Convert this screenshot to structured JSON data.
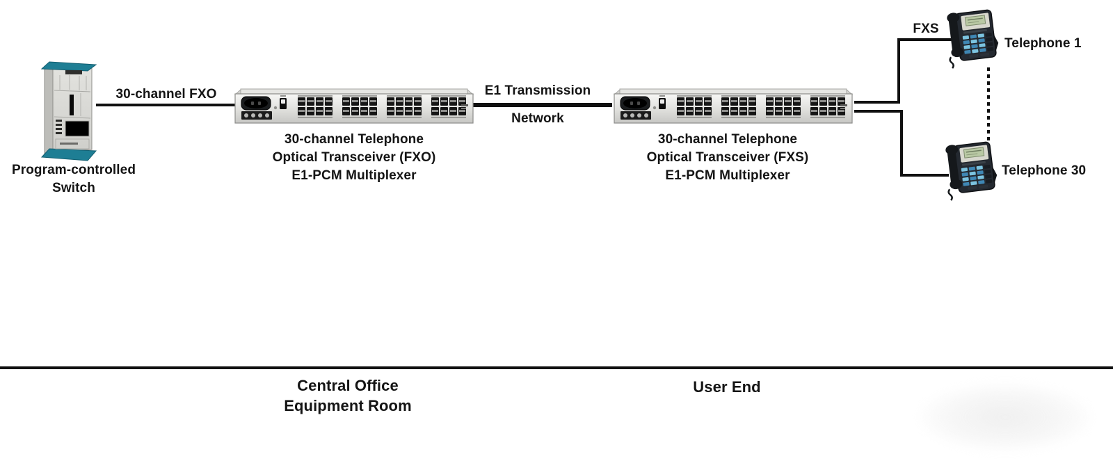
{
  "nodes": {
    "switch": {
      "label_line1": "Program-controlled",
      "label_line2": "Switch"
    },
    "mux_fxo": {
      "label_line1": "30-channel Telephone",
      "label_line2": "Optical Transceiver (FXO)",
      "label_line3": "E1-PCM Multiplexer"
    },
    "mux_fxs": {
      "label_line1": "30-channel Telephone",
      "label_line2": "Optical Transceiver (FXS)",
      "label_line3": "E1-PCM Multiplexer"
    },
    "phone1": {
      "label": "Telephone 1"
    },
    "phone30": {
      "label": "Telephone 30"
    }
  },
  "links": {
    "fxo": {
      "label": "30-channel FXO"
    },
    "e1": {
      "label_line1": "E1 Transmission",
      "label_line2": "Network"
    },
    "fxs": {
      "label": "FXS"
    }
  },
  "zones": {
    "central_office": {
      "label_line1": "Central Office",
      "label_line2": "Equipment Room"
    },
    "user_end": {
      "label": "User End"
    }
  },
  "colors": {
    "line": "#101010",
    "text": "#141414",
    "cabinet_teal": "#1e7e94",
    "device_body": "#d9d9d6",
    "port_dark": "#161616",
    "phone_body": "#242930",
    "phone_key_blue": "#7cc4e0",
    "lcd_green": "#b9c9a4",
    "background": "#ffffff"
  }
}
